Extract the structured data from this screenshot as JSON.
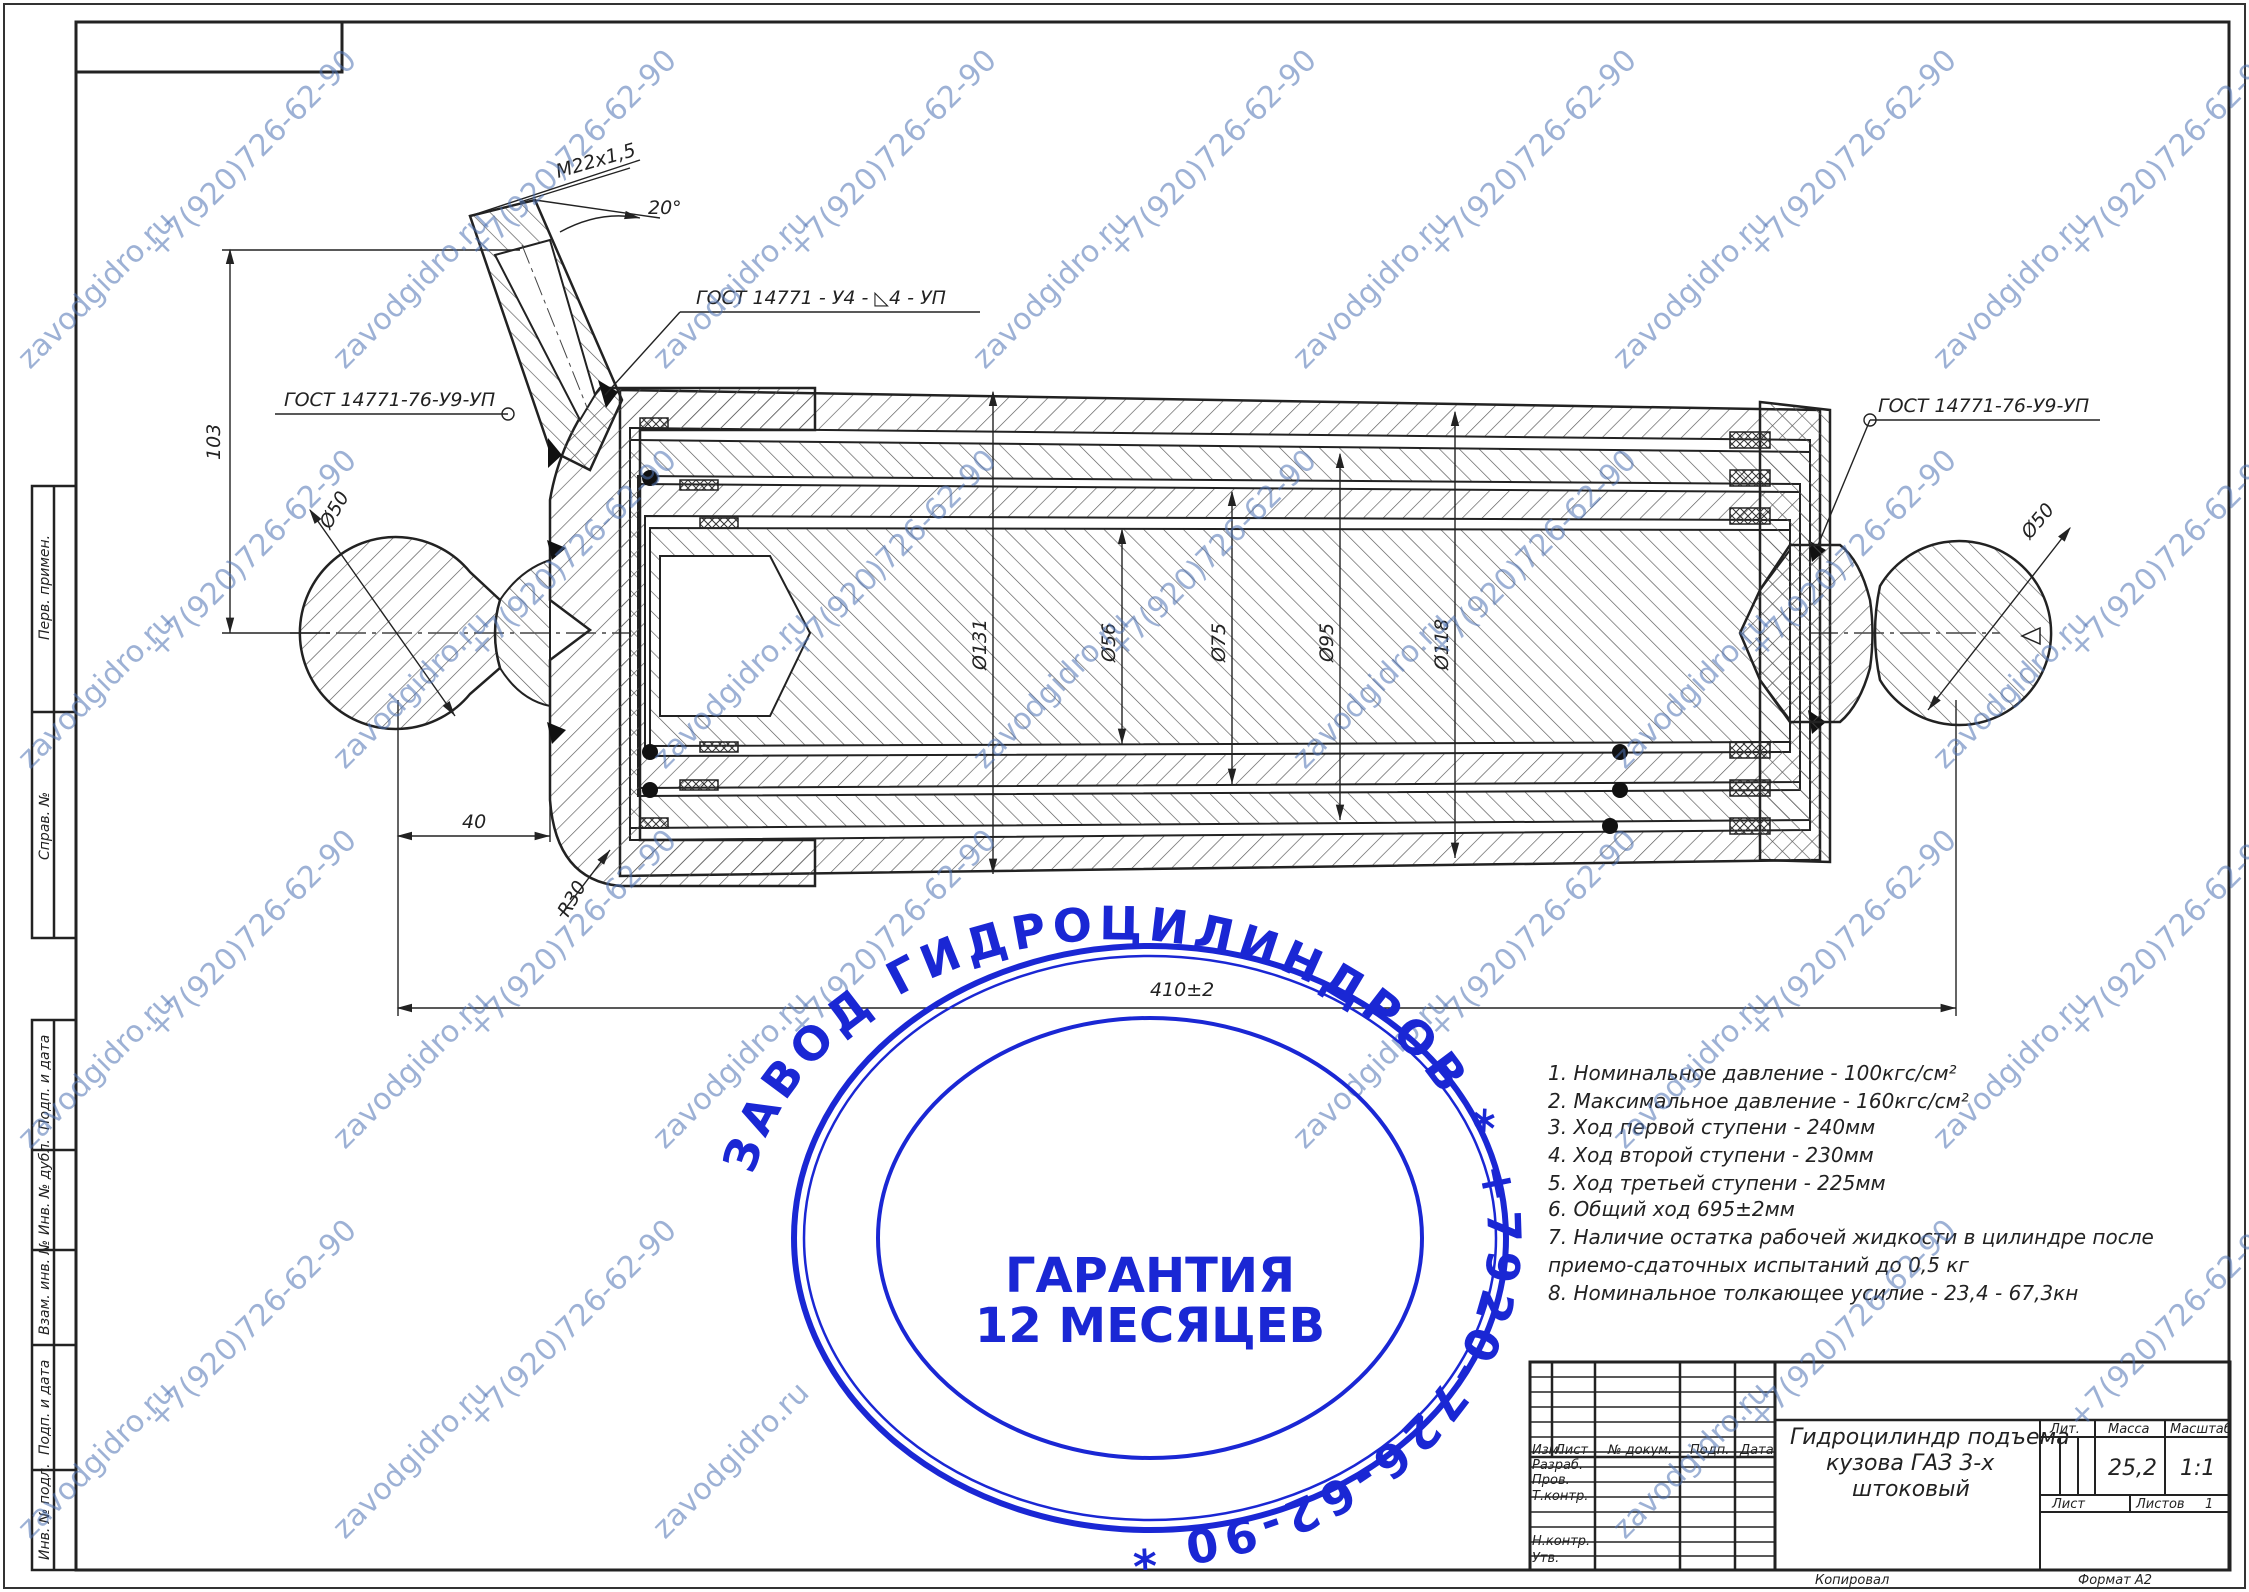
{
  "drawing": {
    "thread_label": "M22x1,5",
    "angle_label": "20°",
    "weld_top": "ГОСТ 14771 - У4 - ◺4 - УП",
    "weld_left": "ГОСТ 14771-76-У9-УП",
    "weld_right": "ГОСТ 14771-76-У9-УП",
    "dim_103": "103",
    "dim_d50_left": "Ø50",
    "dim_d50_right": "Ø50",
    "dim_40": "40",
    "dim_r30": "R30",
    "dim_total": "410±2",
    "dia_labels": [
      "Ø131",
      "Ø56",
      "Ø75",
      "Ø95",
      "Ø118"
    ]
  },
  "notes": [
    "1. Номинальное давление - 100кгс/см²",
    "2. Максимальное давление - 160кгс/см²",
    "3. Ход первой ступени - 240мм",
    "4. Ход второй ступени - 230мм",
    "5. Ход третьей ступени - 225мм",
    "6. Общий ход 695±2мм",
    "7. Наличие остатка рабочей жидкости в цилиндре  после",
    "приемо-сдаточных испытаний до 0,5 кг",
    "8. Номинальное толкающее усилие - 23,4 - 67,3кн"
  ],
  "stamp": {
    "ring_text": "ЗАВОД ГИДРОЦИЛИНДРОВ * +7920-726-62-90 *",
    "line1": "ГАРАНТИЯ",
    "line2": "12 МЕСЯЦЕВ",
    "color": "#1a27d4"
  },
  "title_block": {
    "title_line1": "Гидроцилиндр подъема",
    "title_line2": "кузова ГАЗ 3-х",
    "title_line3": "штоковый",
    "col_izm": "Изм.",
    "col_list": "Лист",
    "col_doc": "№ докум.",
    "col_sign": "Подп.",
    "col_date": "Дата",
    "row_razrab": "Разраб.",
    "row_prov": "Пров.",
    "row_tkontr": "Т.контр.",
    "row_nkontr": "Н.контр.",
    "row_utv": "Утв.",
    "lit_label": "Лит.",
    "mass_label": "Масса",
    "scale_label": "Масштаб",
    "mass_value": "25,2",
    "scale_value": "1:1",
    "sheet_label": "Лист",
    "sheets_label": "Листов",
    "sheets_value": "1",
    "copied": "Копировал",
    "format": "Формат   А2"
  },
  "side_labels": [
    "Перв. примен.",
    "Справ. №",
    "Подп. и дата",
    "Инв. № дубл.",
    "Взам. инв. №",
    "Подп. и дата",
    "Инв. № подл."
  ],
  "watermark": {
    "site": "zavodgidro.ru",
    "phone": "+7(920)726-62-90",
    "color": "#4e73b4"
  }
}
